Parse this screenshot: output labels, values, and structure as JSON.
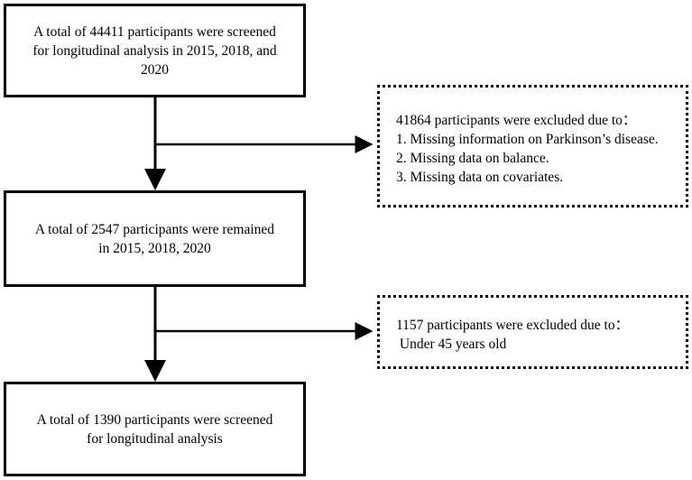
{
  "flowchart": {
    "box1": {
      "lines": [
        "A total of 44411 participants were screened",
        "for longitudinal analysis in 2015, 2018, and",
        "2020"
      ]
    },
    "exclusion1": {
      "heading": "41864 participants were excluded due to：",
      "items": [
        "1. Missing information on Parkinson’s disease.",
        "2. Missing data on balance.",
        "3. Missing data on covariates."
      ]
    },
    "box2": {
      "lines": [
        "A total of 2547 participants were  remained",
        "in 2015, 2018, 2020"
      ]
    },
    "exclusion2": {
      "heading": "1157 participants were excluded due to：",
      "items": [
        " Under 45 years old"
      ]
    },
    "box3": {
      "lines": [
        "A total of 1390 participants were screened",
        "for longitudinal analysis"
      ]
    }
  },
  "colors": {
    "stroke": "#000000",
    "background": "#ffffff"
  }
}
